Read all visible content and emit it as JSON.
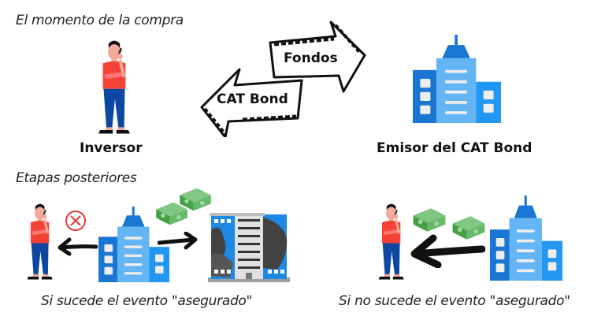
{
  "top": {
    "section_title": "El momento de la compra",
    "investor_label": "Inversor",
    "issuer_label": "Emisor del CAT Bond",
    "arrow_funds_label": "Fondos",
    "arrow_bond_label": "CAT Bond"
  },
  "bottom": {
    "section_title": "Etapas posteriores",
    "left_caption": "Si sucede el evento \"asegurado\"",
    "right_caption": "Si no sucede el evento \"asegurado\""
  },
  "colors": {
    "building_dark": "#1976d2",
    "building_mid": "#64b5f6",
    "building_side": "#2196f3",
    "shirt": "#f44336",
    "pants": "#0d47a1",
    "money": "#4caf50",
    "cross": "#e53935"
  }
}
